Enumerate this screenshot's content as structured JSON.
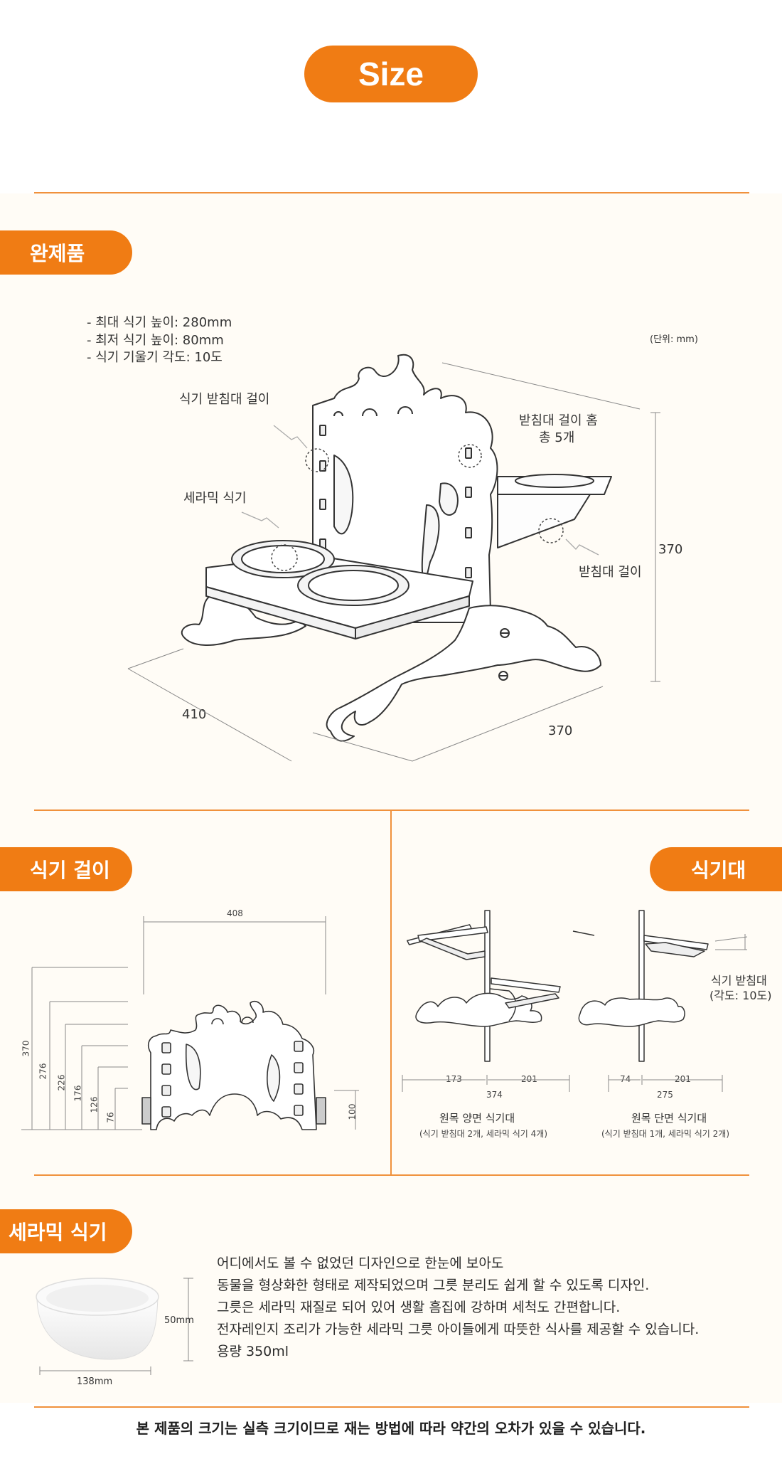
{
  "header": {
    "title": "Size"
  },
  "complete": {
    "tab": "완제품",
    "specs": [
      "- 최대 식기 높이: 280mm",
      "- 최저 식기 높이: 80mm",
      "- 식기 기울기 각도: 10도"
    ],
    "unit": "(단위: mm)",
    "labels": {
      "bowl_hanger": "식기 받침대 걸이",
      "ceramic_bowl": "세라믹 식기",
      "slot_line1": "받침대 걸이 홈",
      "slot_line2": "총 5개",
      "stand_hanger": "받침대 걸이"
    },
    "dims": {
      "height": "370",
      "depth": "410",
      "width": "370"
    }
  },
  "hanger": {
    "tab": "식기 걸이",
    "dims": {
      "top": "408",
      "left": "370",
      "h1": "276",
      "h2": "226",
      "h3": "176",
      "h4": "126",
      "h5": "76",
      "right": "100"
    }
  },
  "stand": {
    "tab": "식기대",
    "side_label_line1": "식기 받침대",
    "side_label_line2": "(각도: 10도)",
    "double": {
      "a": "173",
      "b": "201",
      "total": "374",
      "title": "원목 양면 식기대",
      "sub": "(식기 받침대 2개, 세라믹 식기 4개)"
    },
    "single": {
      "a": "74",
      "b": "201",
      "total": "275",
      "title": "원목 단면 식기대",
      "sub": "(식기 받침대 1개, 세라믹 식기 2개)"
    }
  },
  "ceramic": {
    "tab": "세라믹 식기",
    "height": "50mm",
    "width": "138mm",
    "lines": [
      "어디에서도 볼 수 없었던 디자인으로 한눈에 보아도",
      "동물을 형상화한 형태로 제작되었으며 그릇 분리도 쉽게 할 수 있도록 디자인.",
      "그릇은 세라믹 재질로 되어 있어 생활 흠집에 강하며 세척도 간편합니다.",
      "전자레인지 조리가 가능한 세라믹 그릇 아이들에게 따뜻한 식사를 제공할 수 있습니다.",
      "용량 350ml"
    ]
  },
  "footer": {
    "note": "본 제품의 크기는 실측 크기이므로 재는 방법에 따라 약간의 오차가 있을 수 있습니다."
  }
}
